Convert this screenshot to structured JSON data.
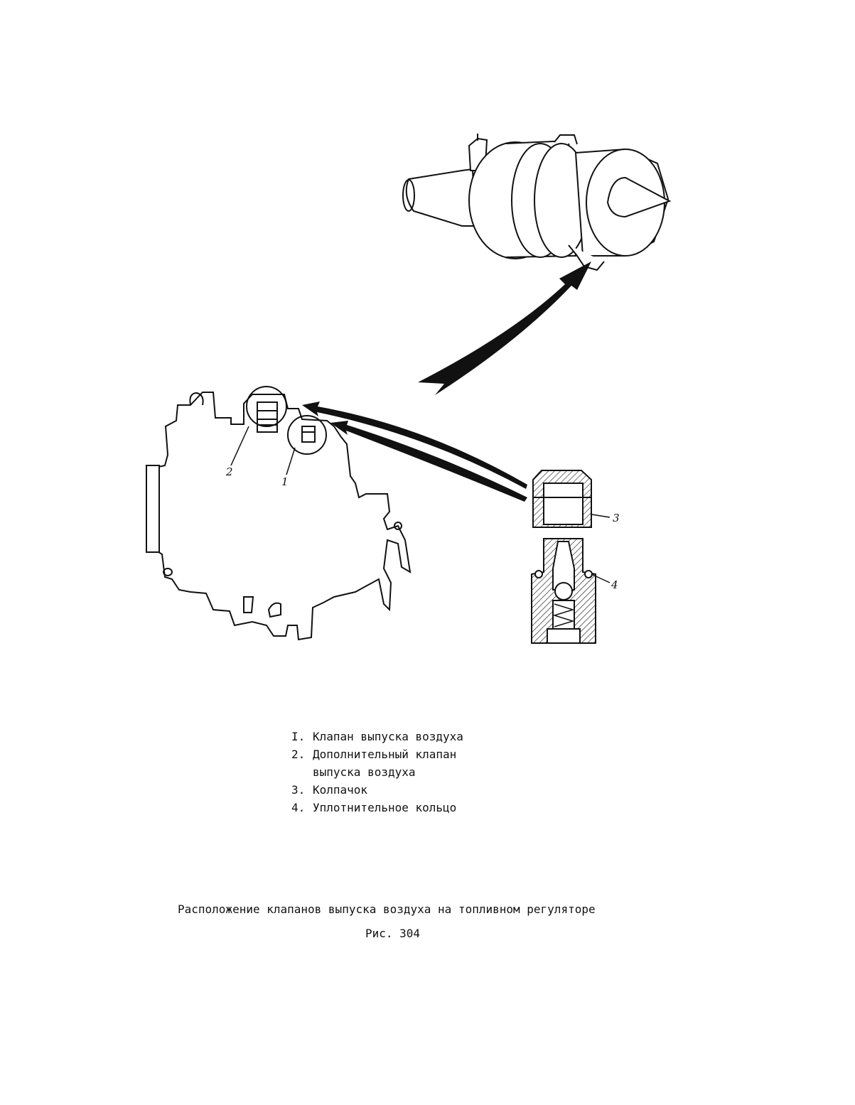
{
  "figure": {
    "callouts": {
      "c1": "1",
      "c2": "2",
      "c3": "3",
      "c4": "4"
    }
  },
  "legend": {
    "items": [
      {
        "num": "I.",
        "text": "Клапан выпуска воздуха"
      },
      {
        "num": "2.",
        "text": "Дополнительный клапан"
      },
      {
        "num": "",
        "text": "выпуска воздуха"
      },
      {
        "num": "3.",
        "text": "Колпачок"
      },
      {
        "num": "4.",
        "text": "Уплотнительное кольцо"
      }
    ]
  },
  "caption": {
    "title": "Расположение клапанов выпуска воздуха на топливном регуляторе",
    "figure_number": "Рис. 304"
  }
}
